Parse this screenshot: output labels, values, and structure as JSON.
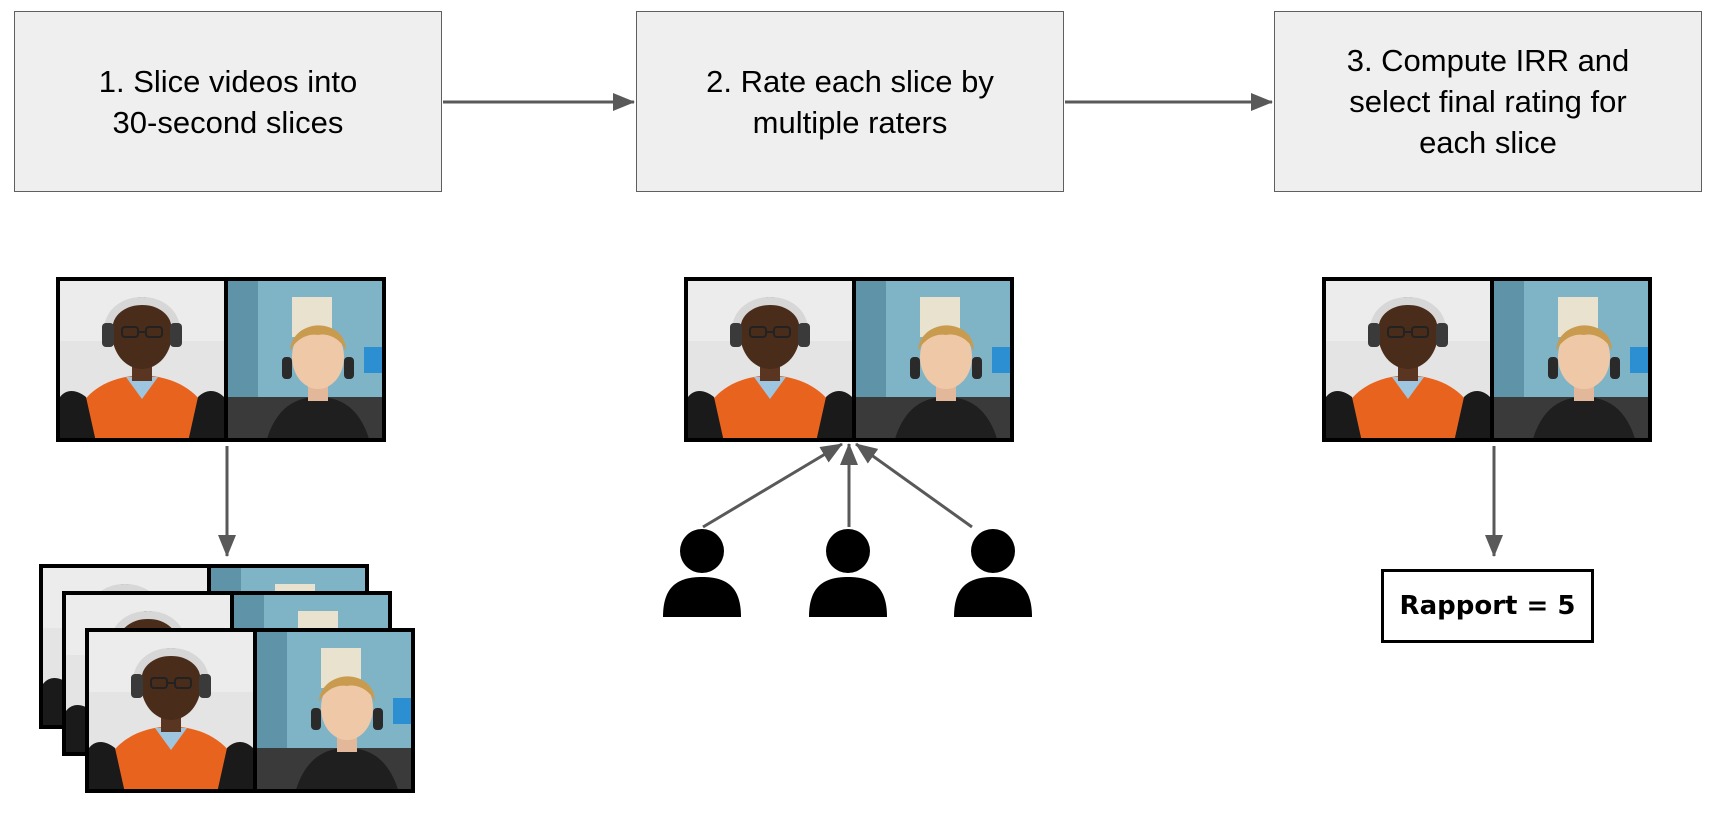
{
  "steps": [
    {
      "label": "1. Slice videos into\n30-second slices"
    },
    {
      "label": "2. Rate each slice by\nmultiple raters"
    },
    {
      "label": "3. Compute IRR and\nselect final rating for\neach slice"
    }
  ],
  "result": {
    "label": "Rapport = 5"
  },
  "rater_count": 3,
  "icons": {
    "video_frame": "video-frame-icon",
    "rater": "person-icon"
  },
  "colors": {
    "box_fill": "#efefef",
    "box_border": "#5f5f5f",
    "arrow": "#595959",
    "frame_border": "#000000",
    "sweater": "#e8641e",
    "background_wall_right": "#7fb3c6"
  }
}
